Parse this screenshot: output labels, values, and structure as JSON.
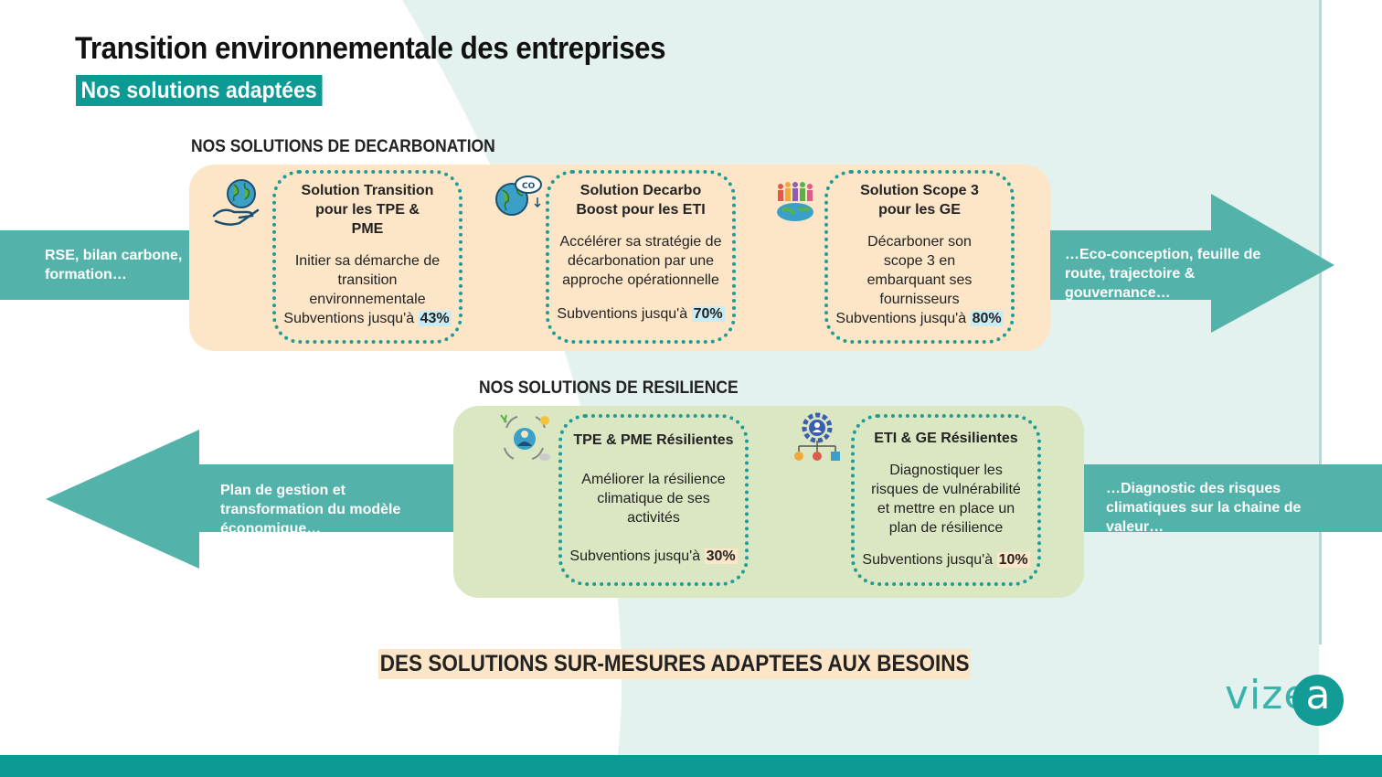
{
  "header": {
    "title": "Transition environnementale des entreprises",
    "subtitle": "Nos solutions adaptées"
  },
  "decarbonation": {
    "heading": "NOS SOLUTIONS DE DECARBONATION",
    "arrow_left_text": "RSE, bilan carbone, formation…",
    "arrow_right_text": "…Eco-conception, feuille de route, trajectoire & gouvernance…",
    "cards": [
      {
        "title": "Solution Transition pour les TPE & PME",
        "description": "Initier sa démarche de transition environnementale",
        "subsidy_label": "Subventions jusqu'à",
        "subsidy_value": "43%",
        "icon": "globe-hand-icon"
      },
      {
        "title": "Solution Decarbo Boost pour les ETI",
        "description": "Accélérer sa stratégie de décarbonation par une approche opérationnelle",
        "subsidy_label": "Subventions jusqu'à",
        "subsidy_value": "70%",
        "icon": "globe-co2-icon"
      },
      {
        "title": "Solution Scope 3 pour les GE",
        "description": "Décarboner son scope 3 en embarquant ses fournisseurs",
        "subsidy_label": "Subventions jusqu'à",
        "subsidy_value": "80%",
        "icon": "people-globe-icon"
      }
    ]
  },
  "resilience": {
    "heading": "NOS SOLUTIONS DE RESILIENCE",
    "arrow_left_text": "Plan de gestion et transformation du modèle économique…",
    "arrow_right_text": "…Diagnostic des risques climatiques sur la chaine de valeur…",
    "cards": [
      {
        "title": "TPE & PME Résilientes",
        "description": "Améliorer la résilience climatique de ses activités",
        "subsidy_label": "Subventions jusqu'à",
        "subsidy_value": "30%",
        "icon": "climate-cycle-icon"
      },
      {
        "title": "ETI & GE Résilientes",
        "description": "Diagnostiquer les risques de vulnérabilité et mettre en place un plan de résilience",
        "subsidy_label": "Subventions jusqu'à",
        "subsidy_value": "10%",
        "icon": "gear-org-icon"
      }
    ]
  },
  "tagline": "DES SOLUTIONS SUR-MESURES ADAPTEES AUX BESOINS",
  "logo": {
    "text": "vize",
    "accent": "a"
  },
  "colors": {
    "teal": "#0e9a94",
    "arrow": "#53b3aa",
    "orange_panel": "#fde6c8",
    "green_panel": "#dbe7c3",
    "background_shape": "#e3f1ef"
  }
}
